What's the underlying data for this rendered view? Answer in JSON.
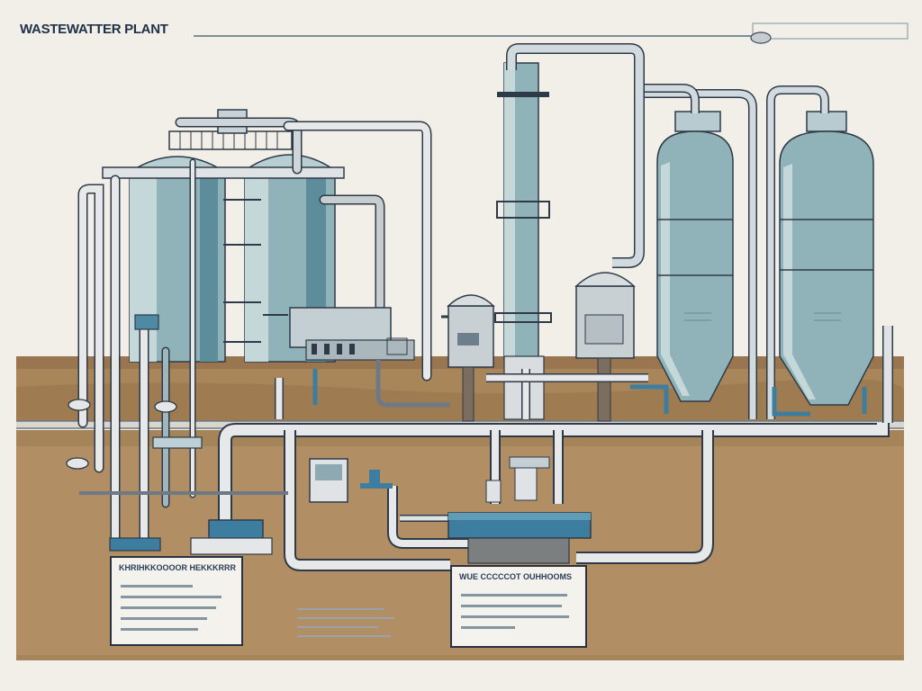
{
  "title": "WASTEWATTER PLANT",
  "label_box_left": {
    "title": "KHRIHKKOOOOR HEKKKRRR"
  },
  "label_box_right": {
    "title": "WUE CCCCCOT OUHHOOMS"
  },
  "colors": {
    "background": "#f1efe8",
    "soil": "#a9855a",
    "soil_dark": "#8f6d47",
    "tank_blue": "#8fb3b8",
    "tank_teal": "#5d8d9a",
    "pipe": "#e7e8ea",
    "pipe_dark": "#6d7984",
    "water": "#3d7ea0",
    "outline": "#2e3a47"
  }
}
